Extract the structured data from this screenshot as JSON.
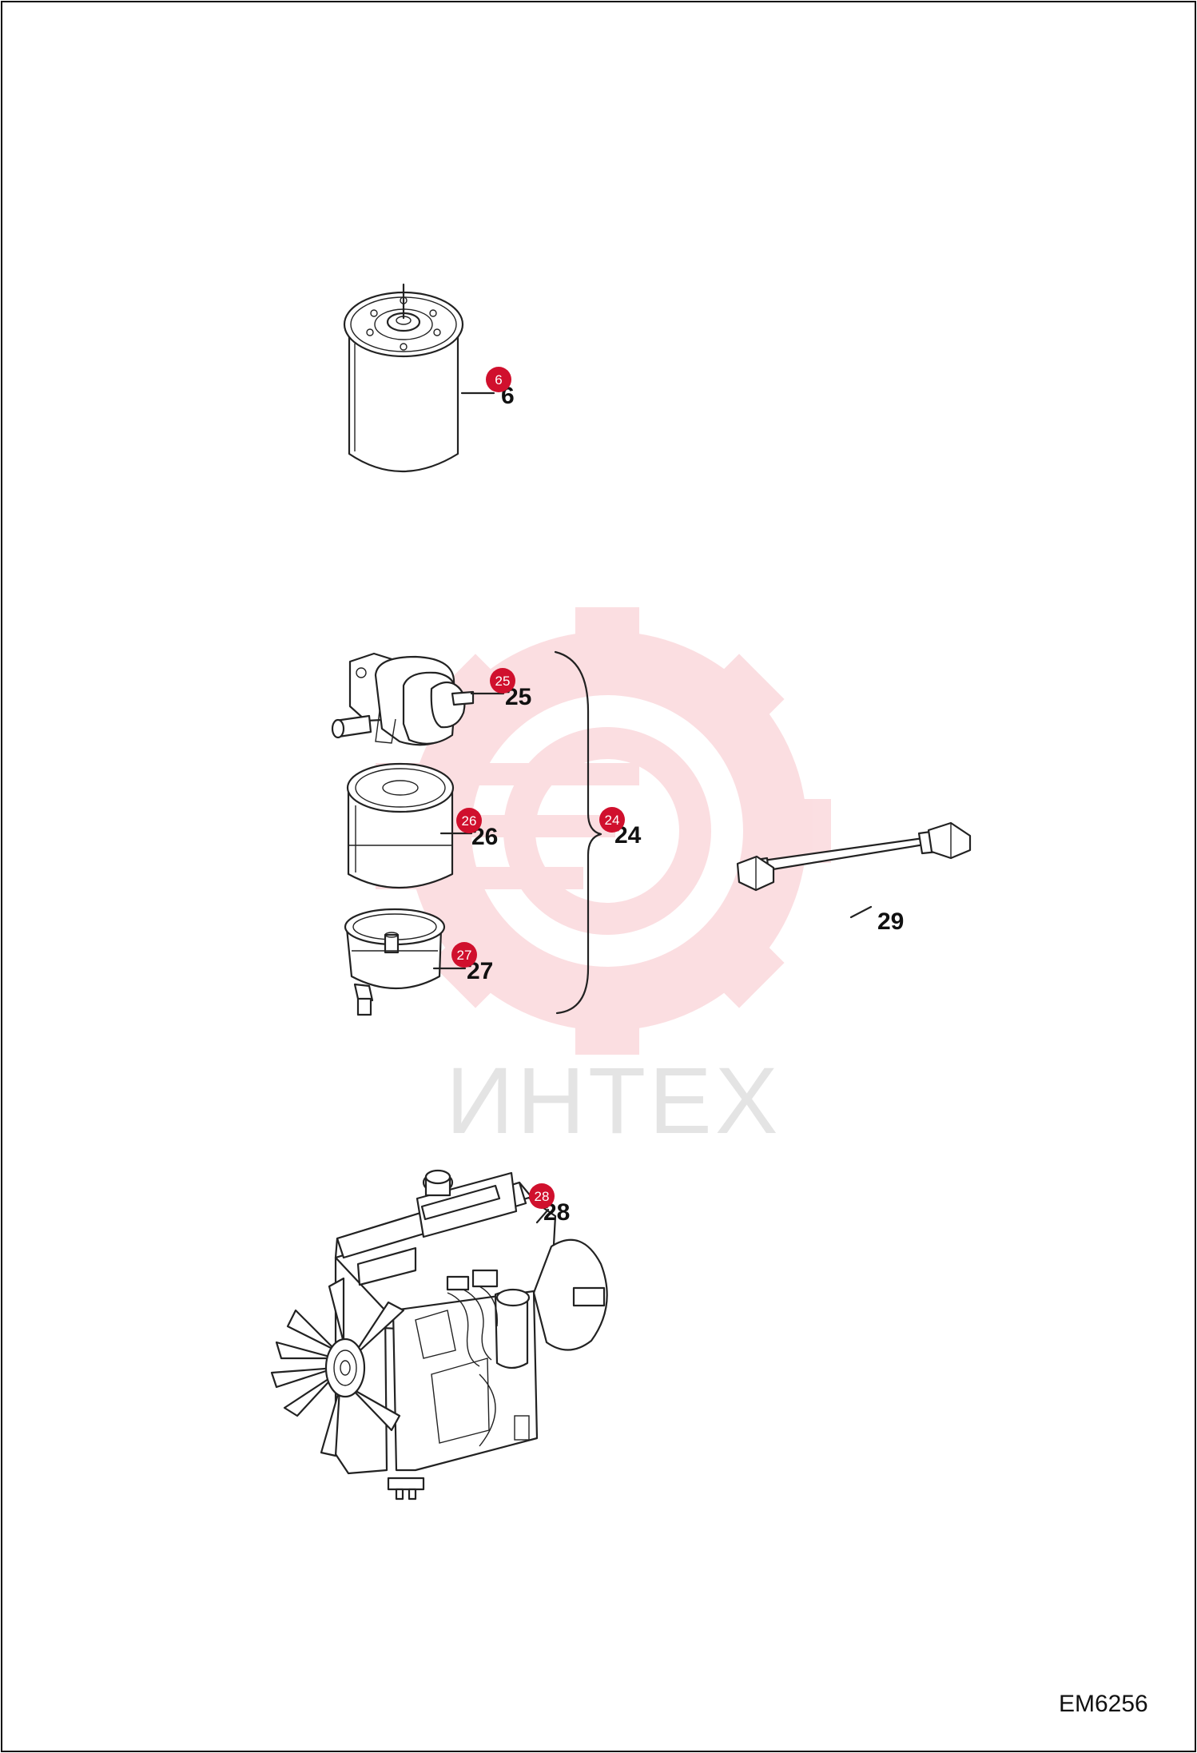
{
  "watermark": {
    "text": "ИНТЕХ",
    "color": "#e8394b"
  },
  "drawing_code": "EM6256",
  "callouts": [
    {
      "id": "c6",
      "badge": "6",
      "label": "6"
    },
    {
      "id": "c25",
      "badge": "25",
      "label": "25"
    },
    {
      "id": "c26",
      "badge": "26",
      "label": "26"
    },
    {
      "id": "c27",
      "badge": "27",
      "label": "27"
    },
    {
      "id": "c24",
      "badge": "24",
      "label": "24"
    },
    {
      "id": "c29",
      "badge": "",
      "label": "29"
    },
    {
      "id": "c28",
      "badge": "28",
      "label": "28"
    }
  ],
  "colors": {
    "badge": "#d0102d",
    "line": "#222222",
    "frame": "#111111"
  }
}
